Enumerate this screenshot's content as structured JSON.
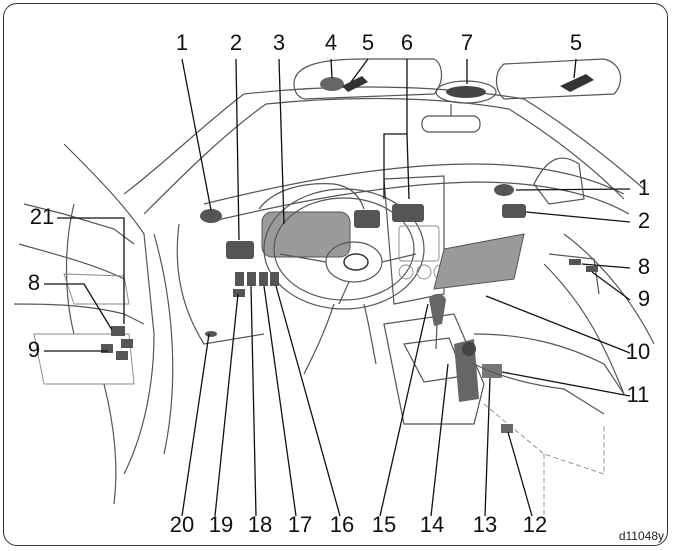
{
  "callouts": [
    {
      "id": "c1a",
      "label": "1"
    },
    {
      "id": "c2a",
      "label": "2"
    },
    {
      "id": "c3",
      "label": "3"
    },
    {
      "id": "c4",
      "label": "4"
    },
    {
      "id": "c5a",
      "label": "5"
    },
    {
      "id": "c6",
      "label": "6"
    },
    {
      "id": "c7",
      "label": "7"
    },
    {
      "id": "c5b",
      "label": "5"
    },
    {
      "id": "c1b",
      "label": "1"
    },
    {
      "id": "c2b",
      "label": "2"
    },
    {
      "id": "c8b",
      "label": "8"
    },
    {
      "id": "c9b",
      "label": "9"
    },
    {
      "id": "c10",
      "label": "10"
    },
    {
      "id": "c11",
      "label": "11"
    },
    {
      "id": "c21",
      "label": "21"
    },
    {
      "id": "c8a",
      "label": "8"
    },
    {
      "id": "c9a",
      "label": "9"
    },
    {
      "id": "c20",
      "label": "20"
    },
    {
      "id": "c19",
      "label": "19"
    },
    {
      "id": "c18",
      "label": "18"
    },
    {
      "id": "c17",
      "label": "17"
    },
    {
      "id": "c16",
      "label": "16"
    },
    {
      "id": "c15",
      "label": "15"
    },
    {
      "id": "c14",
      "label": "14"
    },
    {
      "id": "c13",
      "label": "13"
    },
    {
      "id": "c12",
      "label": "12"
    }
  ],
  "figure_code": "d11048y"
}
